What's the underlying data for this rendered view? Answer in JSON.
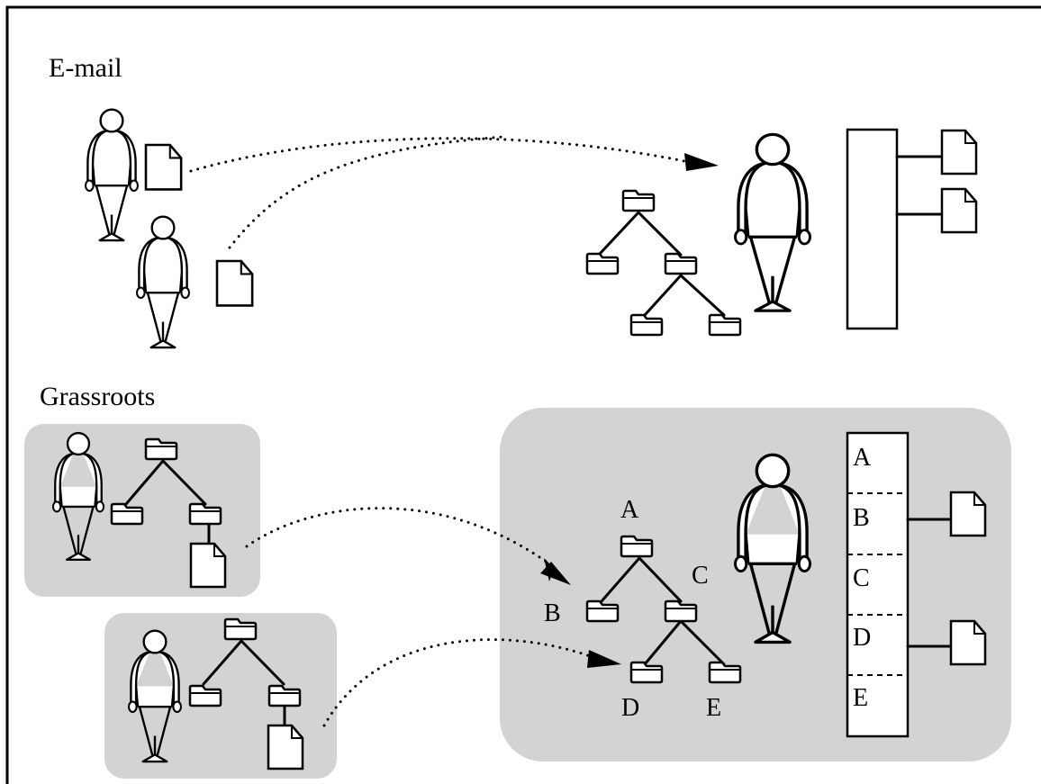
{
  "sections": {
    "email_label": "E-mail",
    "grassroots_label": "Grassroots"
  },
  "tree_labels": {
    "a": "A",
    "b": "B",
    "c": "C",
    "d": "D",
    "e": "E"
  },
  "index_rows": [
    "A",
    "B",
    "C",
    "D",
    "E"
  ],
  "colors": {
    "line": "#000000",
    "panel": "#d3d3d3",
    "background": "#ffffff"
  },
  "icons": [
    "person-icon",
    "document-icon",
    "folder-icon",
    "arrowhead-icon"
  ]
}
